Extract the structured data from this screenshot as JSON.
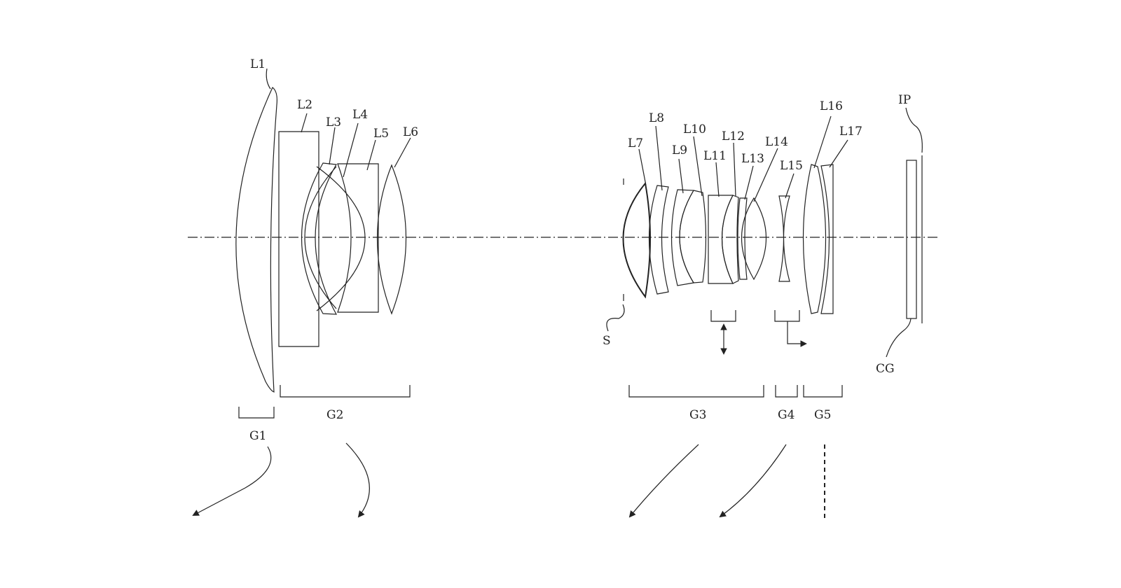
{
  "labels": {
    "L1": "L1",
    "L2": "L2",
    "L3": "L3",
    "L4": "L4",
    "L5": "L5",
    "L6": "L6",
    "L7": "L7",
    "L8": "L8",
    "L9": "L9",
    "L10": "L10",
    "L11": "L11",
    "L12": "L12",
    "L13": "L13",
    "L14": "L14",
    "L15": "L15",
    "L16": "L16",
    "L17": "L17",
    "S": "S",
    "IP": "IP",
    "CG": "CG"
  },
  "groups": {
    "G1": "G1",
    "G2": "G2",
    "G3": "G3",
    "G4": "G4",
    "G5": "G5"
  },
  "colors": {
    "ink": "#222222",
    "background": "#ffffff"
  }
}
